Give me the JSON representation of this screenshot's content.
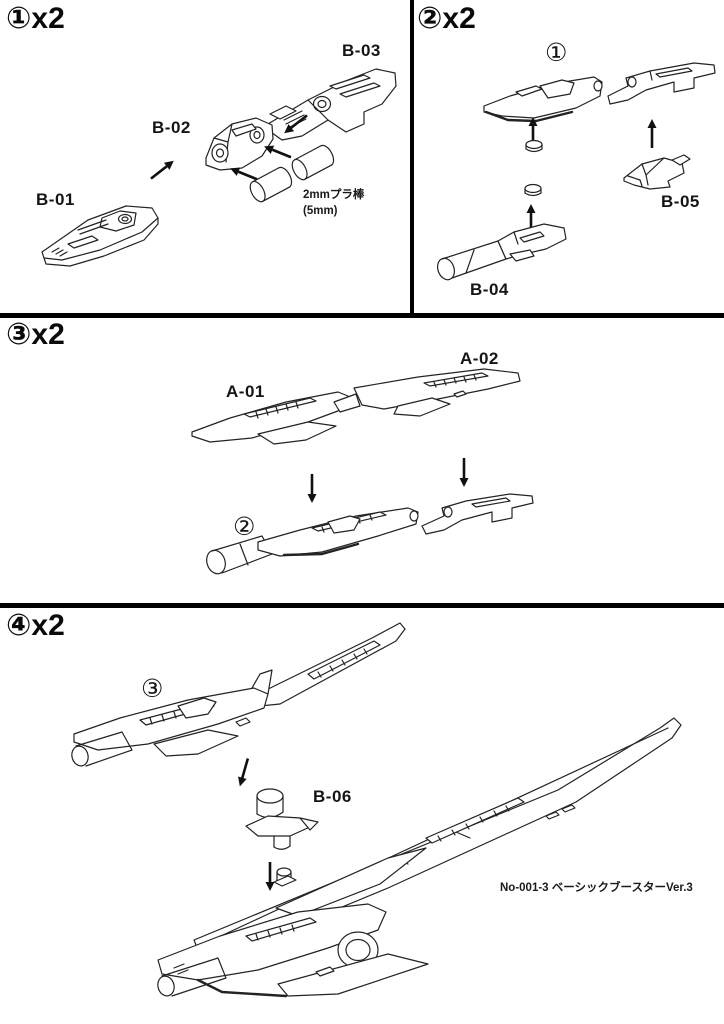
{
  "colors": {
    "background": "#ffffff",
    "line": "#232323",
    "text": "#111111"
  },
  "panels": [
    {
      "step_label": "①x2",
      "parts": {
        "b01": "B-01",
        "b02": "B-02",
        "b03": "B-03"
      },
      "note": "2mmプラ棒\n(5mm)"
    },
    {
      "step_label": "②x2",
      "callout": "①",
      "parts": {
        "b04": "B-04",
        "b05": "B-05"
      }
    },
    {
      "step_label": "③x2",
      "callout": "②",
      "parts": {
        "a01": "A-01",
        "a02": "A-02"
      }
    },
    {
      "step_label": "④x2",
      "callout": "③",
      "parts": {
        "b06": "B-06"
      },
      "product_label": "No-001-3 ベーシックブースターVer.3"
    }
  ]
}
